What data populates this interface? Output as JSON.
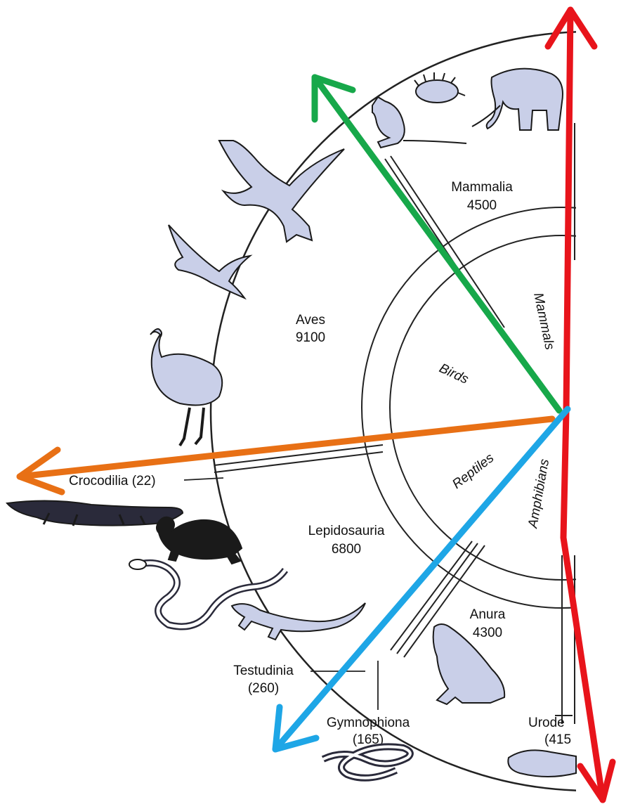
{
  "diagram": {
    "groups": [
      {
        "name": "Mammalia",
        "count": "4500"
      },
      {
        "name": "Aves",
        "count": "9100"
      },
      {
        "name": "Lepidosauria",
        "count": "6800"
      },
      {
        "name": "Anura",
        "count": "4300"
      }
    ],
    "small_groups": {
      "crocodilia": "Crocodilia (22)",
      "testudinia_name": "Testudinia",
      "testudinia_count": "(260)",
      "gymnophiona_name": "Gymnophiona",
      "gymnophiona_count": "(165)",
      "urodela_name": "Urode",
      "urodela_count": "(415"
    },
    "inner_ring": [
      "Mammals",
      "Birds",
      "Reptiles",
      "Amphibians"
    ],
    "animals": [
      "echidna",
      "elephant",
      "kangaroo",
      "gull",
      "swallow",
      "ostrich",
      "crocodile",
      "snake",
      "lizard",
      "turtle",
      "frog",
      "caecilian",
      "salamander"
    ],
    "arrows": [
      {
        "name": "red",
        "color": "#e8141b"
      },
      {
        "name": "green",
        "color": "#17a84a"
      },
      {
        "name": "orange",
        "color": "#e87015"
      },
      {
        "name": "blue",
        "color": "#1ea6e6"
      }
    ]
  }
}
